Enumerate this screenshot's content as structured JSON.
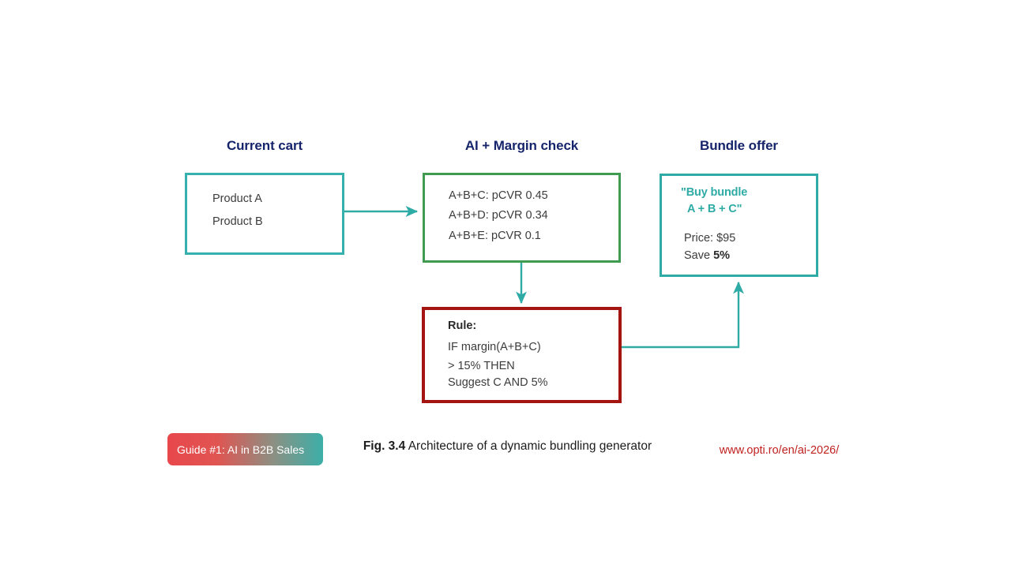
{
  "diagram": {
    "columns": [
      {
        "id": "cart",
        "heading": "Current cart"
      },
      {
        "id": "ai",
        "heading": "AI + Margin check"
      },
      {
        "id": "bundle",
        "heading": "Bundle offer"
      }
    ],
    "cart_box": {
      "border_color": "#36b0ac",
      "lines": [
        "Product A",
        "Product B"
      ]
    },
    "ai_box": {
      "border_color": "#3e9b4f",
      "lines": [
        "A+B+C: pCVR 0.45",
        "A+B+D: pCVR 0.34",
        "A+B+E: pCVR 0.1"
      ]
    },
    "bundle_box": {
      "border_color": "#2faba6",
      "accent_color": "#2faba6",
      "title_line_1": "\"Buy bundle",
      "title_line_2": "A + B + C\"",
      "price": "Price: $95",
      "save_prefix": "Save ",
      "save_value": "5%"
    },
    "rule_box": {
      "border_color": "#a41411",
      "label": "Rule:",
      "lines": [
        "IF margin(A+B+C)",
        "> 15% THEN",
        "Suggest C AND 5%"
      ]
    },
    "arrows": [
      {
        "name": "cart-to-ai",
        "color": "#2faba6",
        "style": "straight-right"
      },
      {
        "name": "ai-to-rule",
        "color": "#2faba6",
        "style": "straight-down"
      },
      {
        "name": "rule-to-bundle",
        "color": "#2faba6",
        "style": "elbow-right-up"
      }
    ]
  },
  "footer": {
    "badge_label": "Guide #1: AI in B2B Sales",
    "badge_gradient_from": "#e8474b",
    "badge_gradient_to": "#3bafa8",
    "figure_number": "Fig. 3.4",
    "figure_caption": "Architecture of a dynamic bundling generator",
    "source_url": "www.opti.ro/en/ai-2026/",
    "source_url_color": "#c0211f"
  }
}
